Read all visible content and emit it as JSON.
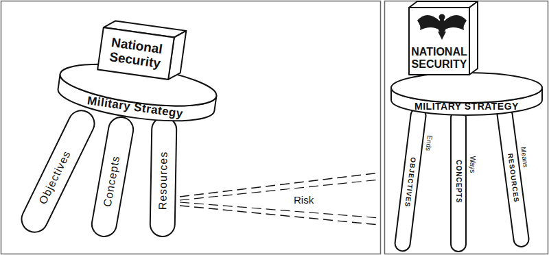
{
  "diagram": {
    "nodes": [
      {
        "text": [
          "National Security"
        ]
      },
      {
        "text": [
          "Military Strategy"
        ]
      },
      {
        "text": [
          "Objectives"
        ]
      },
      {
        "text": [
          "Concepts"
        ]
      },
      {
        "text": [
          "Resources"
        ]
      },
      {
        "text": [
          "NATIONAL SECURITY"
        ]
      },
      {
        "text": [
          "MILITARY STRATEGY"
        ]
      },
      {
        "text": [
          "OBJECTIVES",
          "Ends"
        ]
      },
      {
        "text": [
          "CONCEPTS",
          "Ways"
        ]
      },
      {
        "text": [
          "RESOURCES",
          "Means"
        ]
      }
    ],
    "labels": [
      "Risk"
    ]
  }
}
